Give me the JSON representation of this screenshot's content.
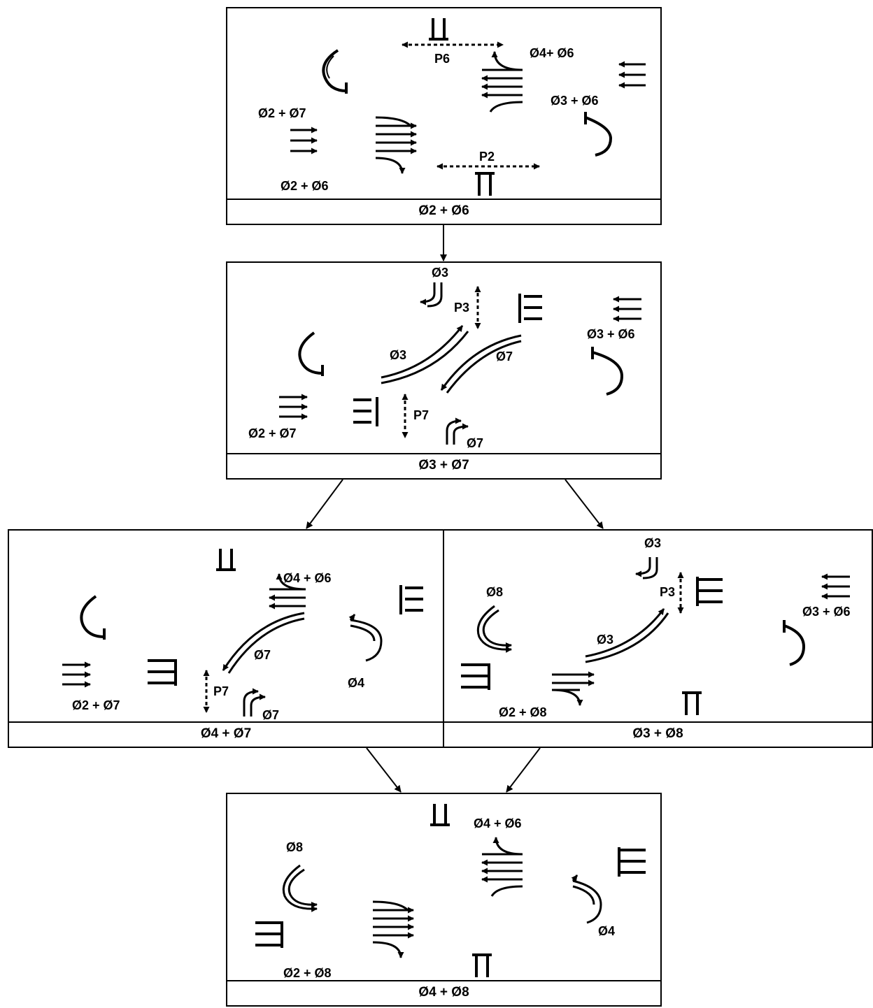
{
  "panels": [
    {
      "caption": "Ø2 + Ø6",
      "labels": {
        "p6": "P6",
        "p2": "P2",
        "l1": "Ø4+ Ø6",
        "l2": "Ø3 + Ø6",
        "l3": "Ø2 + Ø7",
        "l4": "Ø2 + Ø6"
      }
    },
    {
      "caption": "Ø3 + Ø7",
      "labels": {
        "l1": "Ø3",
        "p3": "P3",
        "l2": "Ø3 + Ø6",
        "l3": "Ø3",
        "l4": "Ø7",
        "p7": "P7",
        "l5": "Ø2 + Ø7",
        "l6": "Ø7"
      }
    },
    {
      "caption": "Ø4 + Ø7",
      "labels": {
        "l1": "Ø4 + Ø6",
        "l2": "Ø7",
        "l3": "Ø4",
        "p7": "P7",
        "l4": "Ø2 + Ø7",
        "l5": "Ø7"
      }
    },
    {
      "caption": "Ø3 + Ø8",
      "labels": {
        "l1": "Ø3",
        "p3": "P3",
        "l2": "Ø8",
        "l3": "Ø3 + Ø6",
        "l4": "Ø3",
        "l5": "Ø2 + Ø8"
      }
    },
    {
      "caption": "Ø4 + Ø8",
      "labels": {
        "l1": "Ø4 + Ø6",
        "l2": "Ø8",
        "l3": "Ø4",
        "l4": "Ø2 + Ø8"
      }
    }
  ],
  "colors": {
    "stroke": "#000000",
    "background": "#ffffff"
  }
}
